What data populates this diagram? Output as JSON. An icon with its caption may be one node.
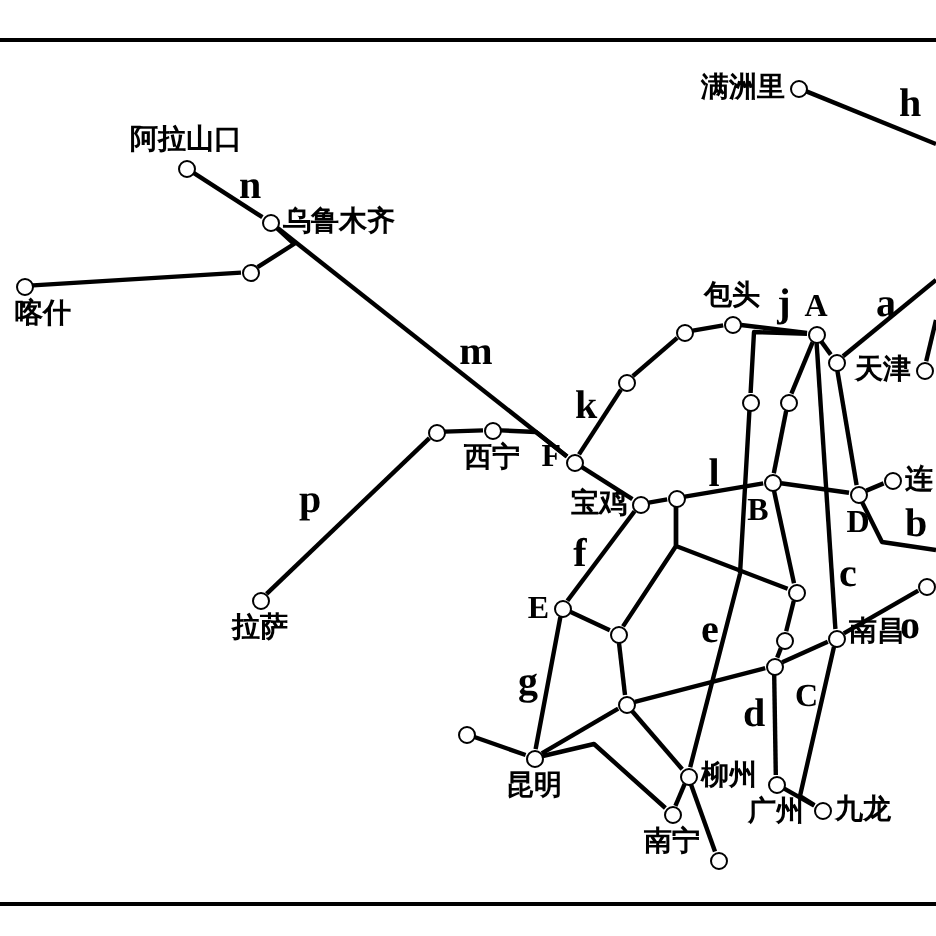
{
  "diagram": {
    "nodes": [
      {
        "text": [
          "满洲里"
        ]
      },
      {
        "text": [
          "阿拉山口"
        ]
      },
      {
        "text": [
          "乌鲁木齐"
        ]
      },
      {
        "text": [
          "喀什"
        ]
      },
      {
        "text": [],
        "shape": "circle"
      },
      {
        "text": [
          "包头"
        ]
      },
      {
        "text": [
          "A"
        ]
      },
      {
        "text": [],
        "shape": "circle"
      },
      {
        "text": [],
        "shape": "circle"
      },
      {
        "text": [],
        "shape": "circle"
      },
      {
        "text": [
          "天津"
        ]
      },
      {
        "text": [
          "F"
        ]
      },
      {
        "text": [
          "西宁"
        ]
      },
      {
        "text": [],
        "shape": "circle"
      },
      {
        "text": [
          "拉萨"
        ]
      },
      {
        "text": [],
        "shape": "circle"
      },
      {
        "text": [],
        "shape": "circle"
      },
      {
        "text": [
          "宝鸡"
        ]
      },
      {
        "text": [],
        "shape": "circle"
      },
      {
        "text": [
          "B"
        ]
      },
      {
        "text": [
          "D"
        ]
      },
      {
        "text": [
          "连"
        ]
      },
      {
        "text": [
          "E"
        ]
      },
      {
        "text": [],
        "shape": "circle"
      },
      {
        "text": [],
        "shape": "circle"
      },
      {
        "text": [],
        "shape": "circle"
      },
      {
        "text": [
          "南昌"
        ]
      },
      {
        "text": [],
        "shape": "circle"
      },
      {
        "text": [
          "C"
        ]
      },
      {
        "text": [],
        "shape": "circle"
      },
      {
        "text": [],
        "shape": "circle"
      },
      {
        "text": [
          "昆明"
        ]
      },
      {
        "text": [
          "柳州"
        ]
      },
      {
        "text": [
          "广州"
        ]
      },
      {
        "text": [
          "九龙"
        ]
      },
      {
        "text": [
          "南宁"
        ]
      },
      {
        "text": [],
        "shape": "circle"
      }
    ],
    "edges": [
      {
        "from": 0,
        "to": null,
        "arrow": "none"
      },
      {
        "from": 1,
        "to": 2,
        "arrow": "none"
      },
      {
        "from": 2,
        "to": 11,
        "arrow": "none"
      },
      {
        "from": 3,
        "to": 4,
        "arrow": "none"
      },
      {
        "from": 4,
        "to": 2,
        "arrow": "none"
      },
      {
        "from": 12,
        "to": 11,
        "arrow": "none"
      },
      {
        "from": 13,
        "to": 12,
        "arrow": "none"
      },
      {
        "from": 13,
        "to": 14,
        "arrow": "none"
      },
      {
        "from": 11,
        "to": 8,
        "arrow": "none"
      },
      {
        "from": 8,
        "to": 7,
        "arrow": "none"
      },
      {
        "from": 7,
        "to": 5,
        "arrow": "none"
      },
      {
        "from": 5,
        "to": 6,
        "arrow": "none"
      },
      {
        "from": 15,
        "to": 6,
        "arrow": "none"
      },
      {
        "from": 6,
        "to": 16,
        "arrow": "none"
      },
      {
        "from": 6,
        "to": 9,
        "arrow": "none"
      },
      {
        "from": 9,
        "to": null,
        "arrow": "none"
      },
      {
        "from": 10,
        "to": null,
        "arrow": "none"
      },
      {
        "from": 9,
        "to": 20,
        "arrow": "none"
      },
      {
        "from": 6,
        "to": 26,
        "arrow": "none"
      },
      {
        "from": 11,
        "to": 17,
        "arrow": "none"
      },
      {
        "from": 17,
        "to": 18,
        "arrow": "none"
      },
      {
        "from": 18,
        "to": 19,
        "arrow": "none"
      },
      {
        "from": 19,
        "to": 20,
        "arrow": "none"
      },
      {
        "from": 20,
        "to": 21,
        "arrow": "none"
      },
      {
        "from": 20,
        "to": null,
        "arrow": "none"
      },
      {
        "from": 16,
        "to": 19,
        "arrow": "none"
      },
      {
        "from": 19,
        "to": 23,
        "arrow": "none"
      },
      {
        "from": 23,
        "to": 27,
        "arrow": "none"
      },
      {
        "from": 27,
        "to": 28,
        "arrow": "none"
      },
      {
        "from": 18,
        "to": 23,
        "arrow": "none"
      },
      {
        "from": 18,
        "to": 24,
        "arrow": "none"
      },
      {
        "from": 17,
        "to": 22,
        "arrow": "none"
      },
      {
        "from": 22,
        "to": 31,
        "arrow": "none"
      },
      {
        "from": 22,
        "to": 24,
        "arrow": "none"
      },
      {
        "from": 24,
        "to": 29,
        "arrow": "none"
      },
      {
        "from": 29,
        "to": 32,
        "arrow": "none"
      },
      {
        "from": 25,
        "to": 26,
        "arrow": "none"
      },
      {
        "from": 26,
        "to": 28,
        "arrow": "none"
      },
      {
        "from": 28,
        "to": 29,
        "arrow": "none"
      },
      {
        "from": 29,
        "to": 31,
        "arrow": "none"
      },
      {
        "from": 30,
        "to": 31,
        "arrow": "none"
      },
      {
        "from": 31,
        "to": 35,
        "arrow": "none"
      },
      {
        "from": 15,
        "to": 32,
        "arrow": "none"
      },
      {
        "from": 32,
        "to": 36,
        "arrow": "none"
      },
      {
        "from": 32,
        "to": 35,
        "arrow": "none"
      },
      {
        "from": 28,
        "to": 33,
        "arrow": "none"
      },
      {
        "from": 26,
        "to": 34,
        "arrow": "none"
      },
      {
        "from": 33,
        "to": 34,
        "arrow": "none"
      }
    ],
    "labels": [
      "h",
      "n",
      "j",
      "a",
      "m",
      "k",
      "l",
      "p",
      "b",
      "f",
      "c",
      "o",
      "e",
      "g",
      "d"
    ]
  }
}
